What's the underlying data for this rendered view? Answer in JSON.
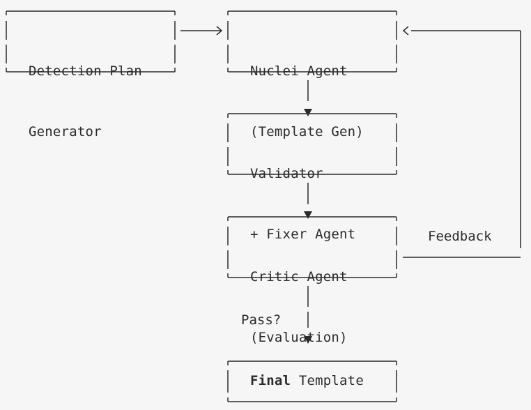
{
  "nodes": {
    "detection_plan_generator": {
      "line1": "Detection Plan",
      "line2": "Generator"
    },
    "nuclei_agent": {
      "line1": "Nuclei Agent",
      "line2": "(Template Gen)"
    },
    "validator": {
      "line1": "Validator",
      "line2": "+ Fixer Agent"
    },
    "critic_agent": {
      "line1": "Critic Agent",
      "line2": "(Evaluation)"
    },
    "final_template": {
      "bold": "Final",
      "rest": " Template"
    }
  },
  "edges": {
    "feedback_label": "Feedback",
    "pass_label": "Pass?"
  },
  "colors": {
    "ink": "#2b2b2b",
    "background": "#f6f6f6"
  }
}
